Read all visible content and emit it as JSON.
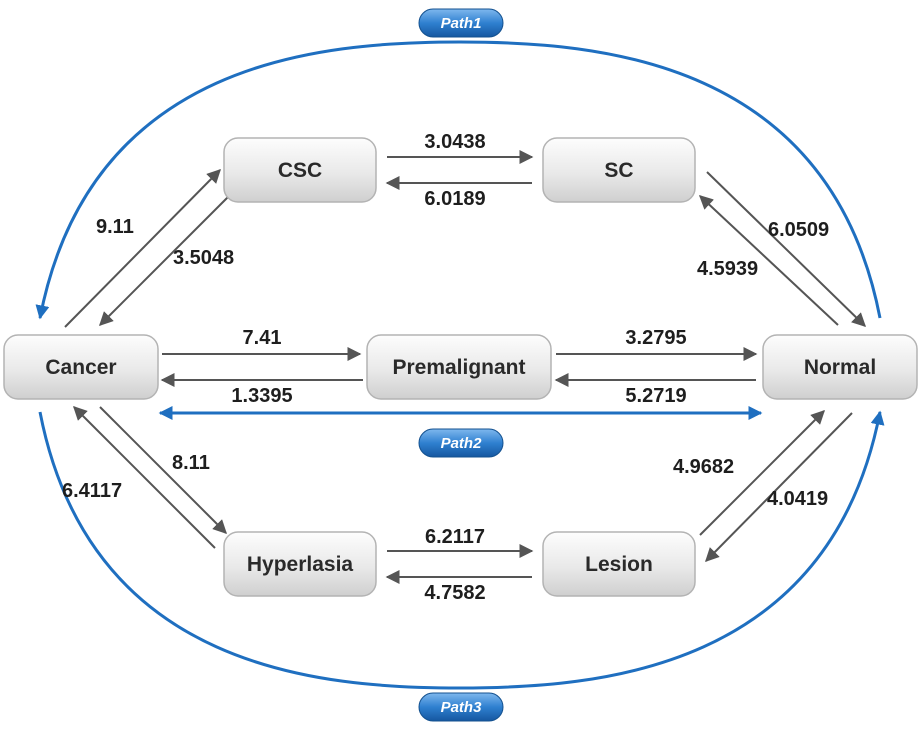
{
  "nodes": {
    "cancer": "Cancer",
    "csc": "CSC",
    "sc": "SC",
    "premalignant": "Premalignant",
    "normal": "Normal",
    "hyperlasia": "Hyperlasia",
    "lesion": "Lesion"
  },
  "rates": {
    "csc_to_sc": "3.0438",
    "sc_to_csc": "6.0189",
    "cancer_to_csc": "9.11",
    "csc_to_cancer": "3.5048",
    "sc_to_normal": "6.0509",
    "normal_to_sc": "4.5939",
    "cancer_to_premalignant": "7.41",
    "premalignant_to_cancer": "1.3395",
    "premalignant_to_normal": "3.2795",
    "normal_to_premalignant": "5.2719",
    "cancer_to_hyperlasia": "8.11",
    "hyperlasia_to_cancer": "6.4117",
    "hyperlasia_to_lesion": "6.2117",
    "lesion_to_hyperlasia": "4.7582",
    "lesion_to_normal": "4.9682",
    "normal_to_lesion": "4.0419"
  },
  "paths": {
    "path1": "Path1",
    "path2": "Path2",
    "path3": "Path3"
  },
  "colors": {
    "path_blue": "#1f6fc0",
    "arrow_gray": "#555555"
  }
}
